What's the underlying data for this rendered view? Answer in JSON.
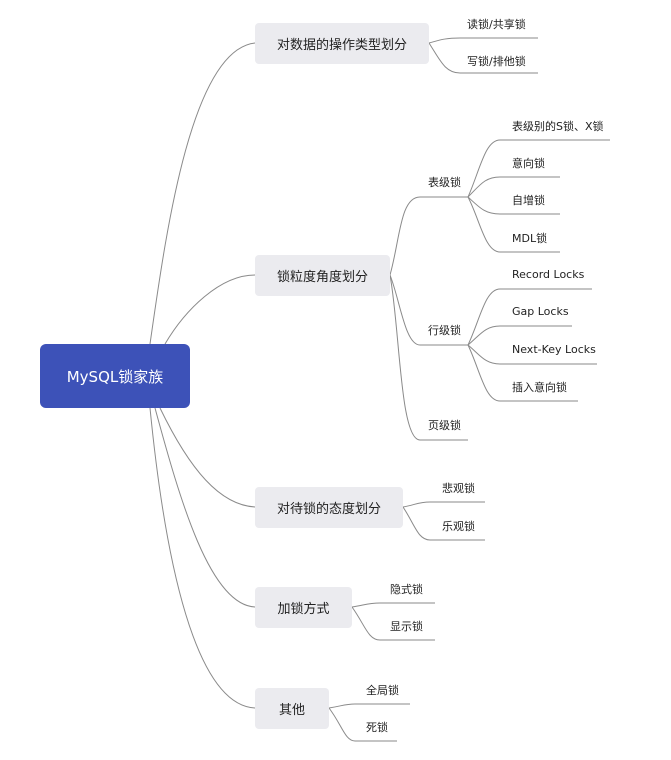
{
  "root": {
    "label": "MySQL锁家族"
  },
  "branches": [
    {
      "label": "对数据的操作类型划分",
      "children": [
        {
          "label": "读锁/共享锁"
        },
        {
          "label": "写锁/排他锁"
        }
      ]
    },
    {
      "label": "锁粒度角度划分",
      "children": [
        {
          "label": "表级锁",
          "children": [
            {
              "label": "表级别的S锁、X锁"
            },
            {
              "label": "意向锁"
            },
            {
              "label": "自增锁"
            },
            {
              "label": "MDL锁"
            }
          ]
        },
        {
          "label": "行级锁",
          "children": [
            {
              "label": "Record Locks"
            },
            {
              "label": "Gap Locks"
            },
            {
              "label": "Next-Key Locks"
            },
            {
              "label": "插入意向锁"
            }
          ]
        },
        {
          "label": "页级锁"
        }
      ]
    },
    {
      "label": "对待锁的态度划分",
      "children": [
        {
          "label": "悲观锁"
        },
        {
          "label": "乐观锁"
        }
      ]
    },
    {
      "label": "加锁方式",
      "children": [
        {
          "label": "隐式锁"
        },
        {
          "label": "显示锁"
        }
      ]
    },
    {
      "label": "其他",
      "children": [
        {
          "label": "全局锁"
        },
        {
          "label": "死锁"
        }
      ]
    }
  ],
  "colors": {
    "root_bg": "#3d52b8",
    "branch_bg": "#ebebef",
    "connector": "#8a8a8a"
  }
}
